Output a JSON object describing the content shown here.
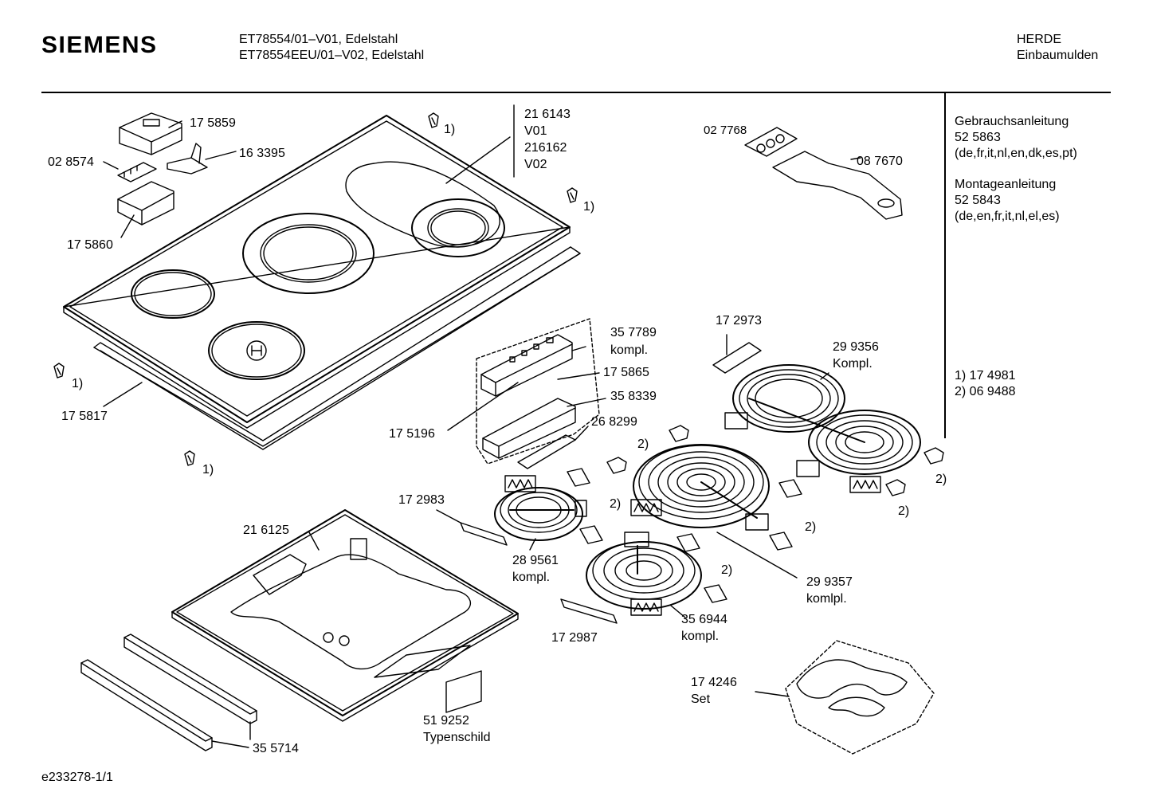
{
  "header": {
    "brand": "SIEMENS",
    "model_line_1": "ET78554/01–V01, Edelstahl",
    "model_line_2": "ET78554EEU/01–V02, Edelstahl",
    "category_1": "HERDE",
    "category_2": "Einbaumulden"
  },
  "sidebar": {
    "manual_title": "Gebrauchsanleitung",
    "manual_number": "52 5863",
    "manual_langs": "(de,fr,it,nl,en,dk,es,pt)",
    "mount_title": "Montageanleitung",
    "mount_number": "52 5843",
    "mount_langs": "(de,en,fr,it,nl,el,es)",
    "note_1": "1)  17 4981",
    "note_2": "2)  06 9488"
  },
  "parts": {
    "p175859": "17 5859",
    "p163395": "16 3395",
    "p028574": "02 8574",
    "p175860": "17 5860",
    "p216143": "21 6143",
    "v01": "V01",
    "p216162": "216162",
    "v02": "V02",
    "p027768": "02 7768",
    "p087670": "08 7670",
    "p357789": "35 7789",
    "kompl_a": "kompl.",
    "p172973": "17 2973",
    "p299356": "29 9356",
    "kompl_b": "Kompl.",
    "p175865": "17 5865",
    "p358339": "35 8339",
    "p175196": "17 5196",
    "p268299": "26 8299",
    "p175817": "17 5817",
    "p172983": "17 2983",
    "p216125": "21 6125",
    "p289561": "28 9561",
    "kompl_c": "kompl.",
    "p299357": "29 9357",
    "kompl_d": "komlpl.",
    "p356944": "35 6944",
    "kompl_e": "kompl.",
    "p172987": "17 2987",
    "p174246": "17 4246",
    "set": "Set",
    "p519252": "51 9252",
    "typenschild": "Typenschild",
    "p355714": "35 5714"
  },
  "callouts": {
    "one": "1)",
    "two": "2)"
  },
  "footer": {
    "doc_id": "e233278-1/1"
  }
}
